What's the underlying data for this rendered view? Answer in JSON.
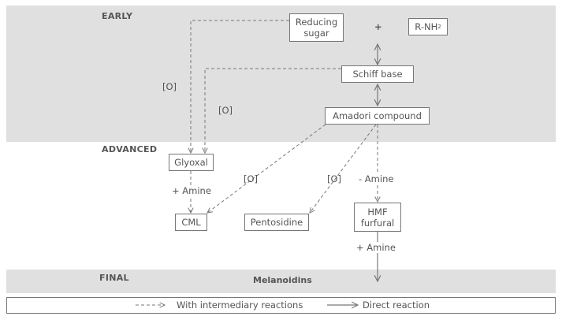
{
  "stages": {
    "early": "EARLY",
    "advanced": "ADVANCED",
    "final": "FINAL"
  },
  "nodes": {
    "reducing_sugar": "Reducing\nsugar",
    "plus": "+",
    "r_nh2": "R-NH",
    "r_nh2_sub": "2",
    "schiff_base": "Schiff base",
    "amadori": "Amadori compound",
    "glyoxal": "Glyoxal",
    "cml": "CML",
    "pentosidine": "Pentosidine",
    "hmf": "HMF\nfurfural",
    "melanoidins": "Melanoidins"
  },
  "edge_labels": {
    "oxidation_1": "[O]",
    "oxidation_2": "[O]",
    "oxidation_3": "[O]",
    "oxidation_4": "[O]",
    "plus_amine_1": "+ Amine",
    "minus_amine": "- Amine",
    "plus_amine_2": "+ Amine"
  },
  "legend": {
    "dashed_label": "With intermediary reactions",
    "solid_label": "Direct reaction"
  },
  "colors": {
    "band": "#e0e0e0",
    "line": "#777777",
    "text": "#555555"
  }
}
